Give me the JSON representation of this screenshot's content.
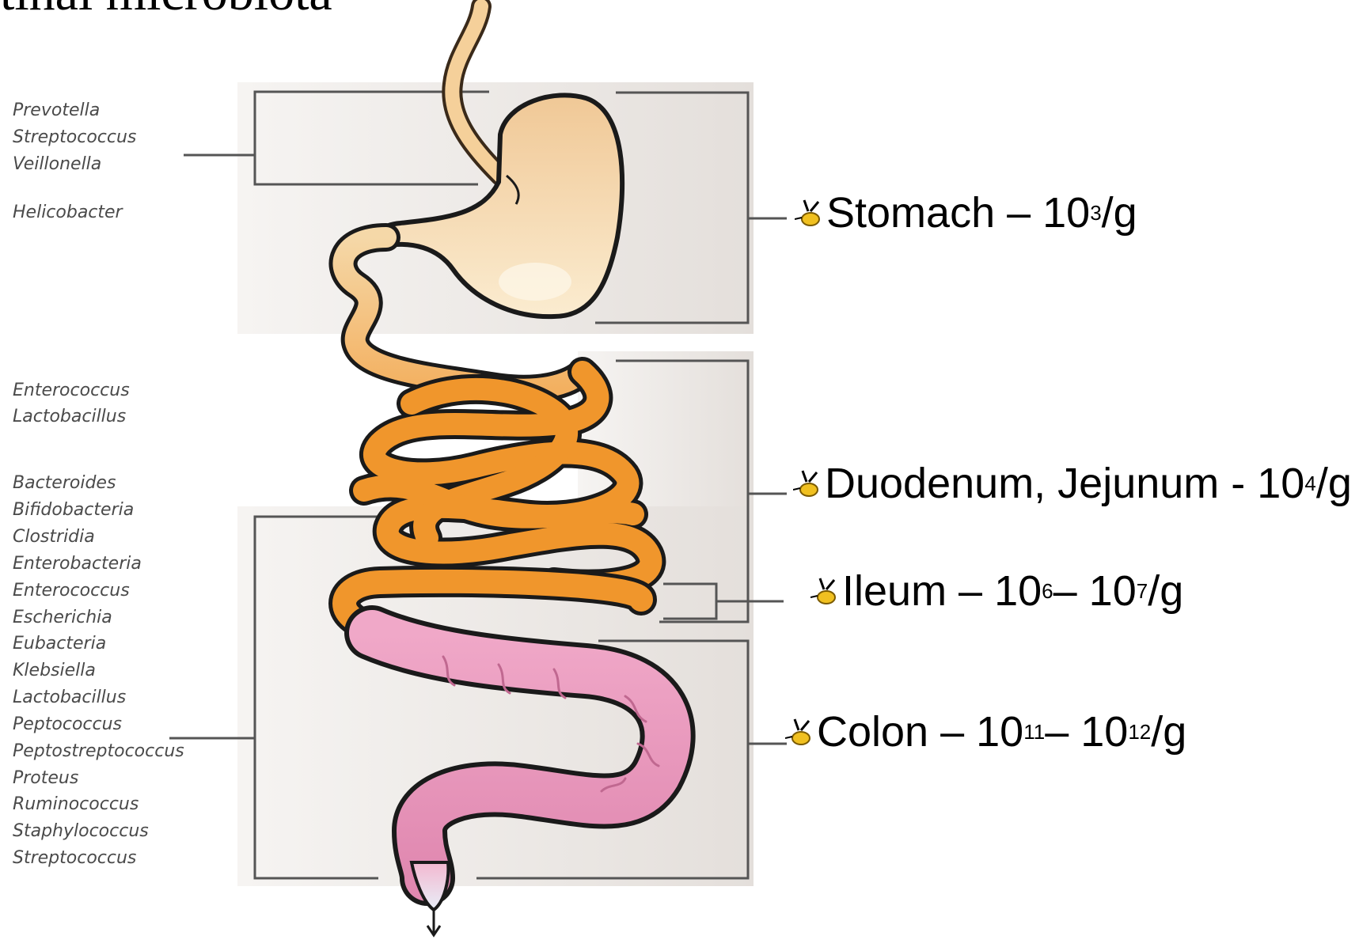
{
  "title": "tinal microbiota",
  "groups": [
    {
      "name": "stomach",
      "species": [
        "Prevotella",
        "Streptococcus",
        "Veillonella",
        "Helicobacter"
      ]
    },
    {
      "name": "small-intestine",
      "species": [
        "Enterococcus",
        "Lactobacillus"
      ]
    },
    {
      "name": "colon",
      "species": [
        "Bacteroides",
        "Bifidobacteria",
        "Clostridia",
        "Enterobacteria",
        "Enterococcus",
        "Escherichia",
        "Eubacteria",
        "Klebsiella",
        "Lactobacillus",
        "Peptococcus",
        "Peptostreptococcus",
        "Proteus",
        "Ruminococcus",
        "Staphylococcus",
        "Streptococcus"
      ]
    }
  ],
  "regions": [
    {
      "label": "Stomach – 10",
      "exp": "3",
      "suffix": "/g"
    },
    {
      "label": "Duodenum, Jejunum - 10",
      "exp": "4",
      "suffix": "/g"
    },
    {
      "label": "Ileum – 10",
      "exp": "6",
      "mid": " – 10",
      "exp2": "7",
      "suffix": "/g"
    },
    {
      "label": "Colon – 10",
      "exp": "11",
      "mid": " – 10",
      "exp2": "12",
      "suffix": "/g"
    }
  ],
  "colors": {
    "stomach": "#f5dcb4",
    "small_intestine": "#f0962c",
    "colon": "#ec9cc0",
    "panel": "#ece8e4",
    "bracket": "#555555",
    "bullet": "#f0c020"
  },
  "icons": [
    "bee-bullet-icon",
    "down-arrow-icon"
  ]
}
